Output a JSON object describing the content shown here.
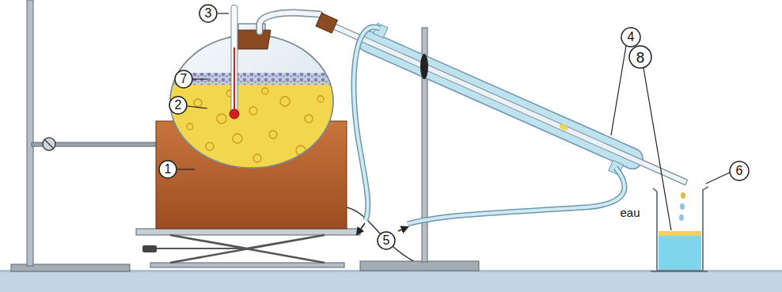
{
  "diagram": {
    "labels": [
      "3",
      "4",
      "7",
      "8",
      "2",
      "1",
      "5",
      "6",
      "eau"
    ]
  }
}
